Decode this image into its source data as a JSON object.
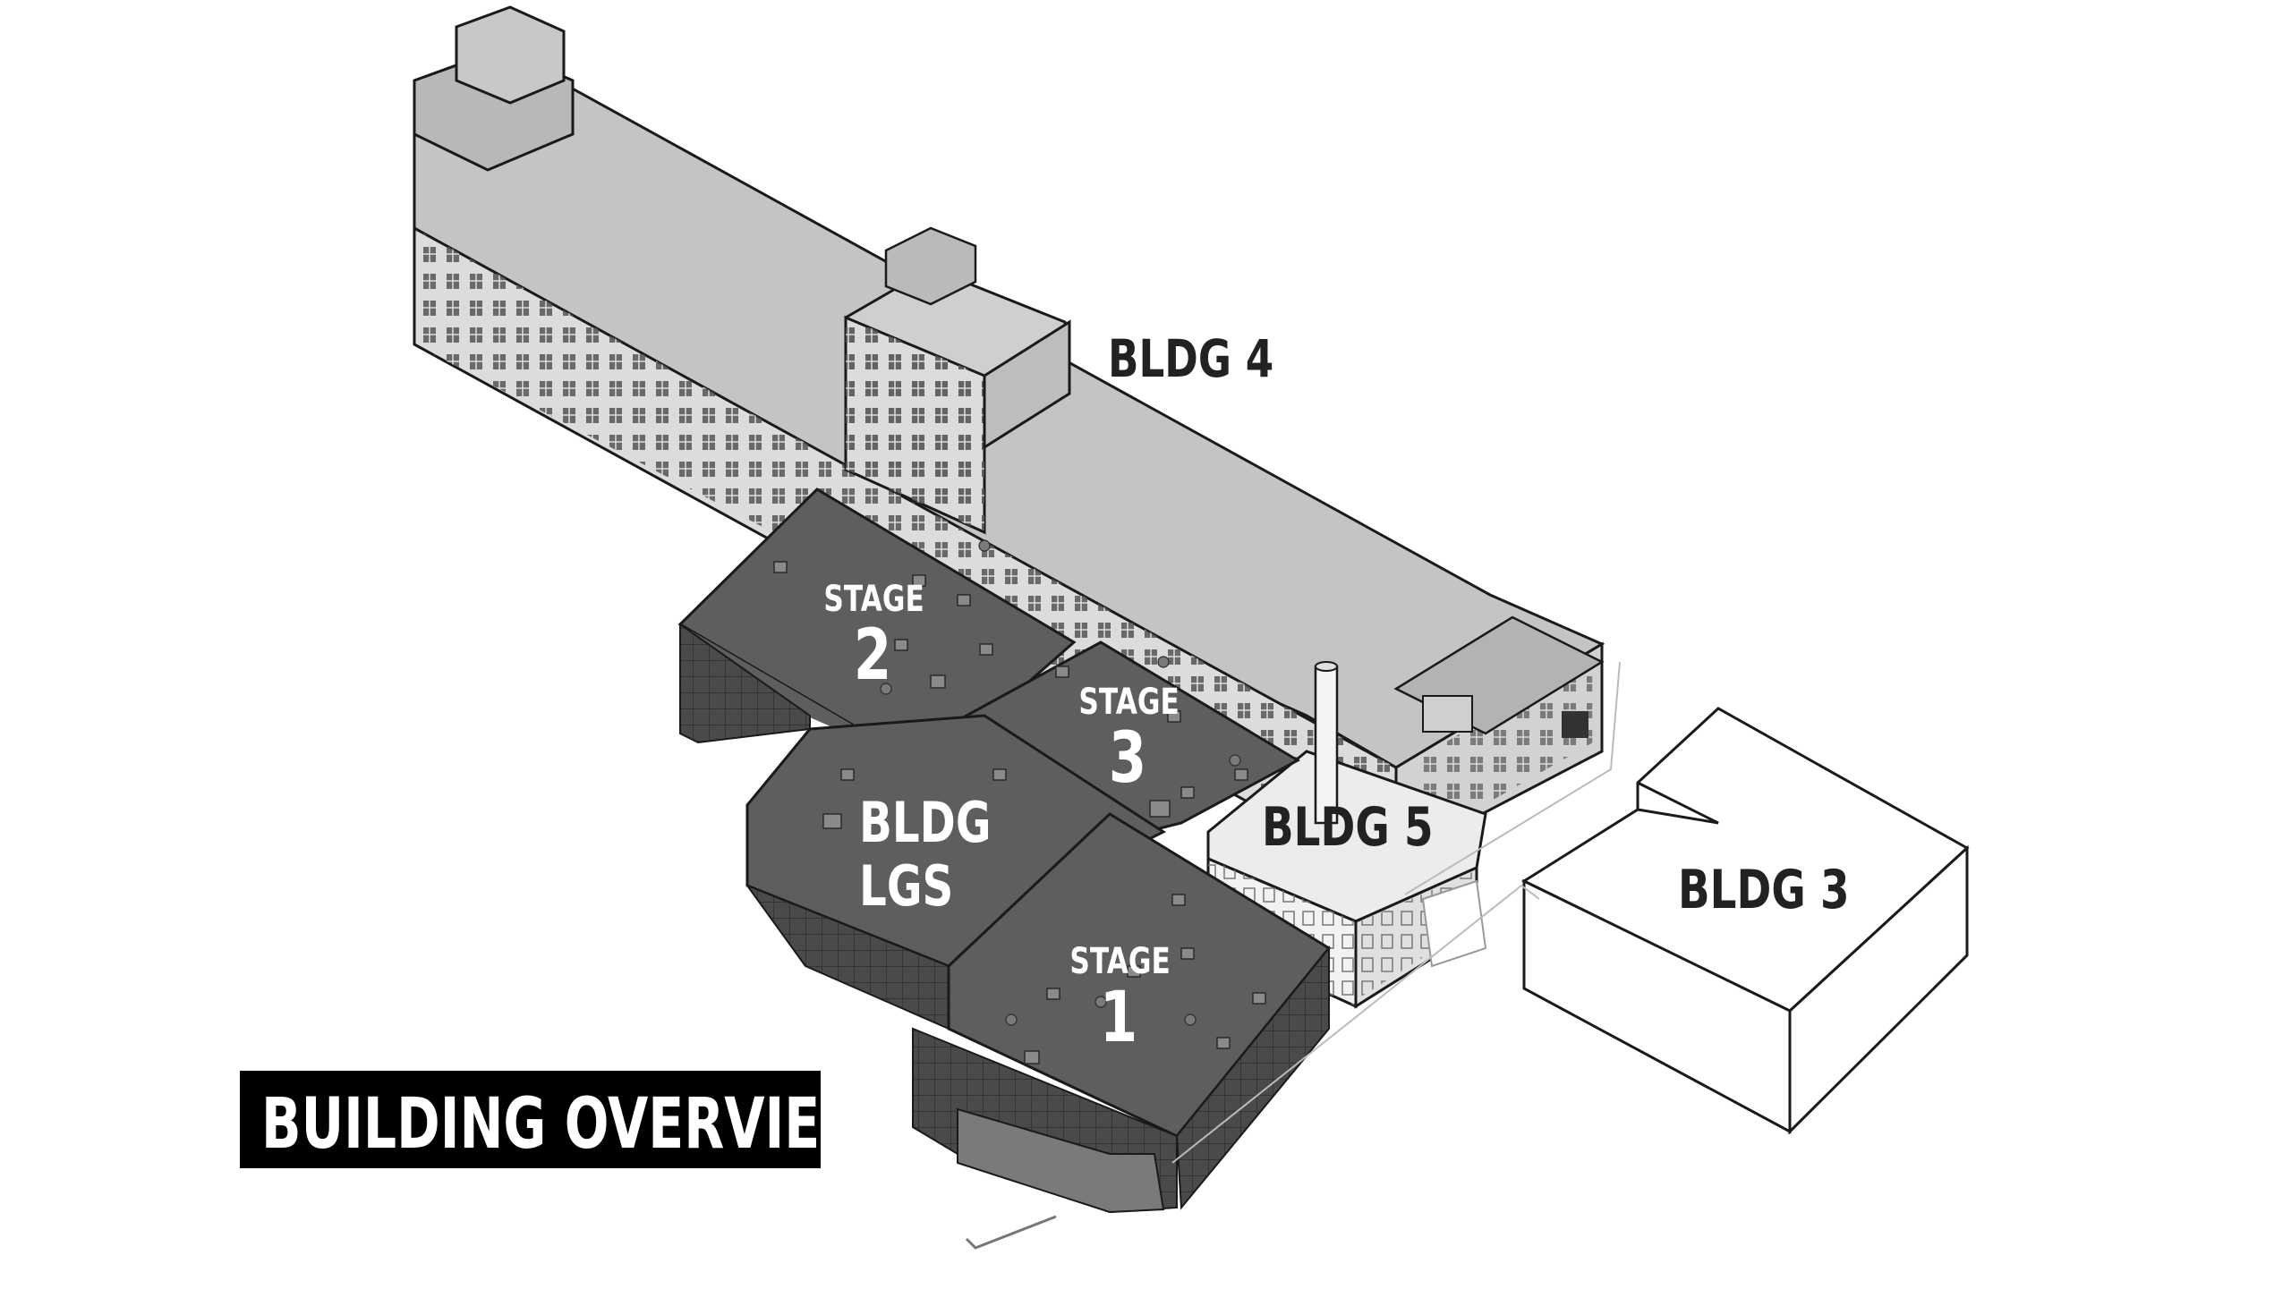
{
  "title": "BUILDING OVERVIEW",
  "buildings": {
    "bldg4": "BLDG 4",
    "bldg5": "BLDG 5",
    "bldg3": "BLDG 3",
    "bldg_lgs": {
      "line1": "BLDG",
      "line2": "LGS"
    }
  },
  "stages": [
    {
      "word": "STAGE",
      "number": "1"
    },
    {
      "word": "STAGE",
      "number": "2"
    },
    {
      "word": "STAGE",
      "number": "3"
    }
  ],
  "colors": {
    "bldg4_roof": "#c4c4c4",
    "bldg4_wall": "#dcdcdc",
    "stage_roof": "#5e5e5e",
    "stage_wall": "#4a4a4a",
    "bldg5_roof": "#ececec",
    "outline": "#1a1a1a"
  }
}
